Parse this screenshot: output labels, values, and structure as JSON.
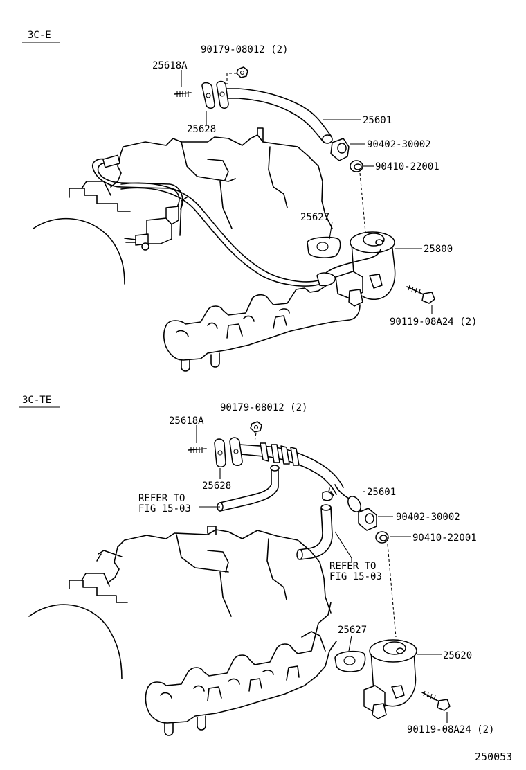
{
  "sections": [
    {
      "heading": "3C-E",
      "callouts": {
        "clamp_bolt": "90179-08012 (2)",
        "stud": "25618A",
        "gasket_top": "25628",
        "pipe": "25601",
        "union": "90402-30002",
        "washer": "90410-22001",
        "gasket_valve": "25627",
        "valve": "25800",
        "bolt": "90119-08A24 (2)"
      }
    },
    {
      "heading": "3C-TE",
      "callouts": {
        "clamp_bolt": "90179-08012 (2)",
        "stud": "25618A",
        "gasket_top": "25628",
        "refer_left_1": "REFER TO",
        "refer_left_2": "FIG 15-03",
        "pipe": "25601",
        "union": "90402-30002",
        "washer": "90410-22001",
        "refer_right_1": "REFER TO",
        "refer_right_2": "FIG 15-03",
        "gasket_valve": "25627",
        "valve": "25620",
        "bolt": "90119-08A24 (2)"
      }
    }
  ],
  "figure_number": "250053"
}
